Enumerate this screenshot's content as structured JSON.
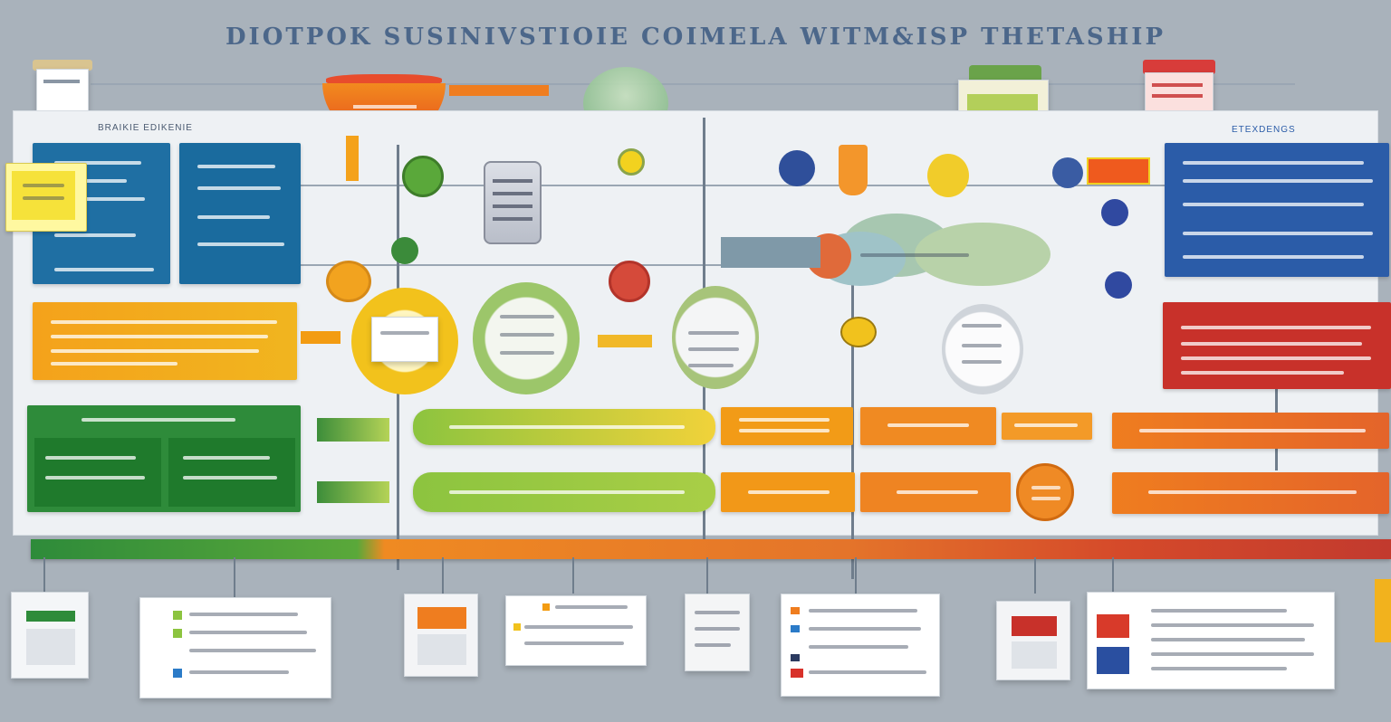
{
  "title": "DIOTPOK SUSINIVSTIOIE COIMELA WITM&ISP THETASHIP",
  "left_header_label": "BRAIKIE EDIKENIE",
  "right_header_label": "ETEXDENGS",
  "colors": {
    "blue": "#1f6fa3",
    "orange": "#f4a21b",
    "green": "#2e8b3a",
    "red": "#c8312a",
    "lime": "#8cc43f",
    "deep_orange": "#ef7d1f",
    "navy": "#2b5ca8"
  },
  "icons": [
    "document-icon",
    "server-icon",
    "cloud-icon",
    "pin-icon",
    "chart-icon"
  ]
}
